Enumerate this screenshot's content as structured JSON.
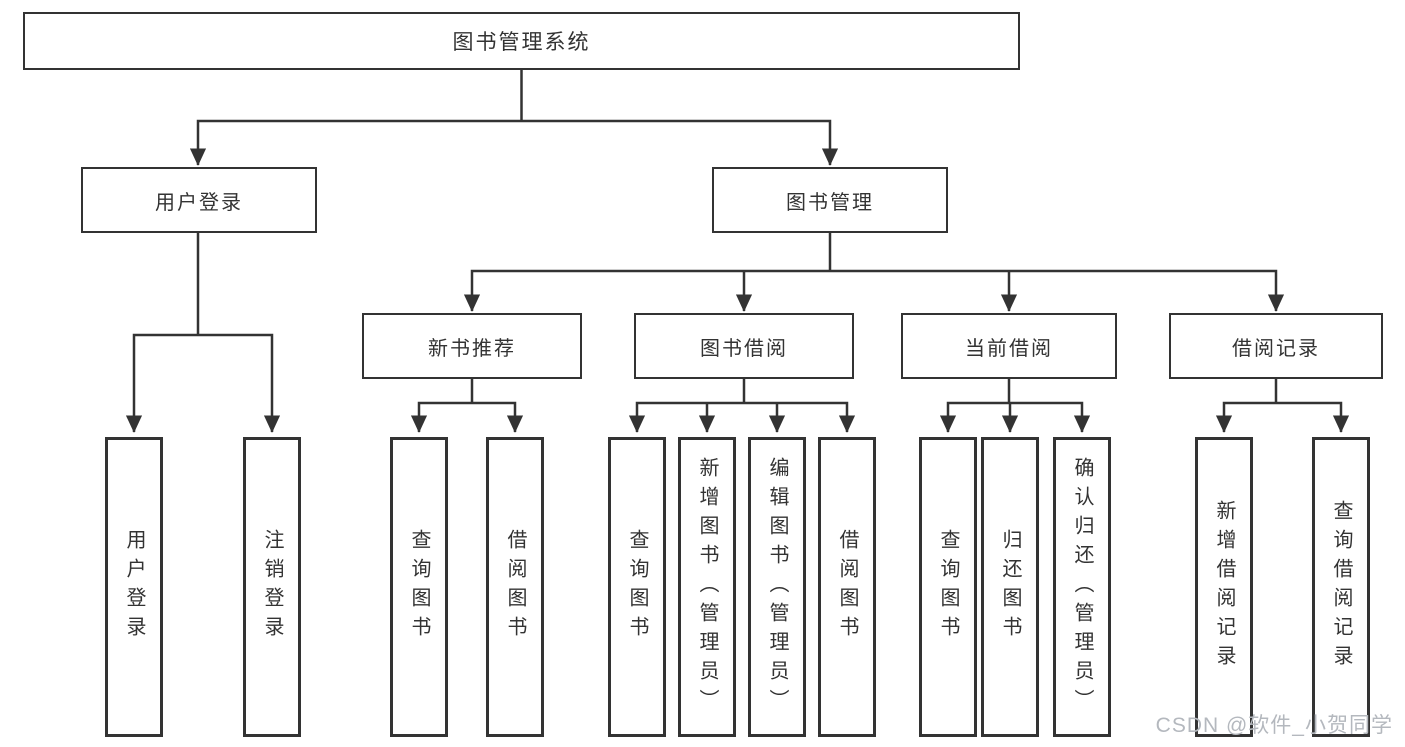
{
  "tree": {
    "label": "图书管理系统",
    "children": [
      {
        "label": "用户登录",
        "children": [
          {
            "label": "用户登录"
          },
          {
            "label": "注销登录"
          }
        ]
      },
      {
        "label": "图书管理",
        "children": [
          {
            "label": "新书推荐",
            "children": [
              {
                "label": "查询图书"
              },
              {
                "label": "借阅图书"
              }
            ]
          },
          {
            "label": "图书借阅",
            "children": [
              {
                "label": "查询图书"
              },
              {
                "label": "新增图书（管理员）"
              },
              {
                "label": "编辑图书（管理员）"
              },
              {
                "label": "借阅图书"
              }
            ]
          },
          {
            "label": "当前借阅",
            "children": [
              {
                "label": "查询图书"
              },
              {
                "label": "归还图书"
              },
              {
                "label": "确认归还（管理员）"
              }
            ]
          },
          {
            "label": "借阅记录",
            "children": [
              {
                "label": "新增借阅记录"
              },
              {
                "label": "查询借阅记录"
              }
            ]
          }
        ]
      }
    ]
  },
  "watermark": "CSDN @软件_小贺同学",
  "colors": {
    "line": "#333333",
    "box_border": "#333333",
    "text": "#333333",
    "background": "#ffffff",
    "watermark": "#b4b8be"
  }
}
